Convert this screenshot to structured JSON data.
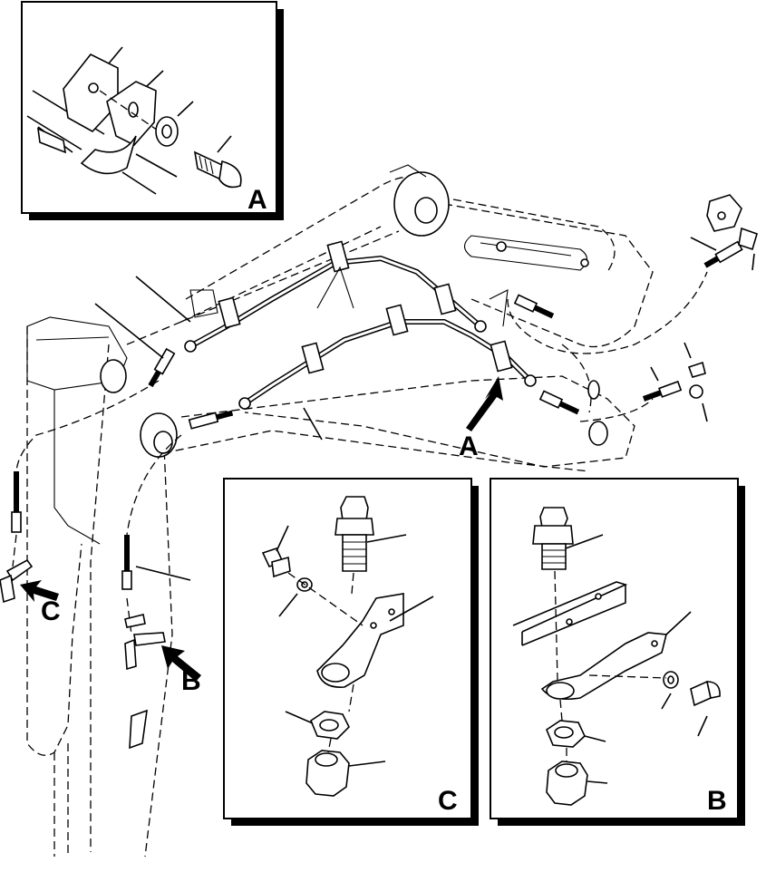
{
  "labels": {
    "detail_a_panel": "A",
    "detail_b_panel": "B",
    "detail_c_panel": "C",
    "arrow_a": "A",
    "arrow_b": "B",
    "arrow_c": "C"
  }
}
